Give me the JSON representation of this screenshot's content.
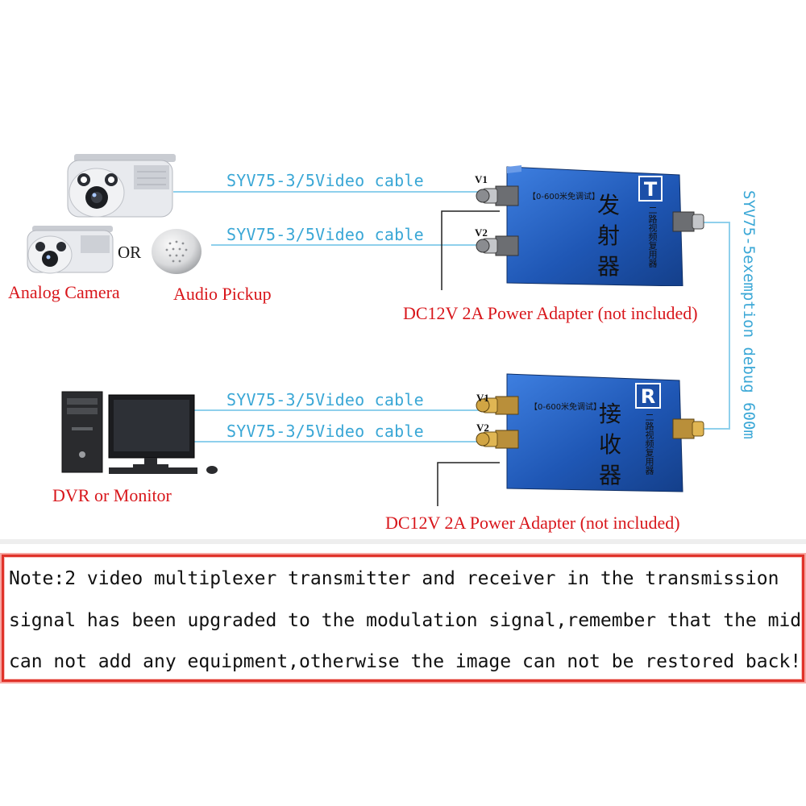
{
  "colors": {
    "cable": "#3aa7d6",
    "red_text": "#d8161b",
    "device_blue": "#1f57b5",
    "note_border": "#e0332a"
  },
  "transmitter": {
    "badge": "T",
    "title_chars": [
      "发",
      "射",
      "器"
    ],
    "range_label": "【0-600米免调试】",
    "side_label": "二路视频复用器",
    "port_v1": "V1",
    "port_v2": "V2"
  },
  "receiver": {
    "badge": "R",
    "title_chars": [
      "接",
      "收",
      "器"
    ],
    "range_label": "【0-600米免调试】",
    "side_label": "二路视频复用器",
    "port_v1": "V1",
    "port_v2": "V2"
  },
  "cables": {
    "top_v1": "SYV75-3/5Video cable",
    "top_v2": "SYV75-3/5Video cable",
    "bottom_v1": "SYV75-3/5Video cable",
    "bottom_v2": "SYV75-3/5Video cable",
    "trunk": "SYV75-5exemption debug 600m"
  },
  "labels": {
    "analog_camera": "Analog Camera",
    "or": "OR",
    "audio_pickup": "Audio Pickup",
    "power_top": "DC12V 2A Power Adapter (not included)",
    "dvr_monitor": "DVR or Monitor",
    "power_bottom": "DC12V 2A Power Adapter (not included)"
  },
  "note": {
    "line1": "Note:2 video multiplexer transmitter and receiver in the transmission",
    "line2": "signal has been upgraded to the modulation signal,remember that the middle",
    "line3": "can not add any equipment,otherwise the image can not be restored back!"
  }
}
